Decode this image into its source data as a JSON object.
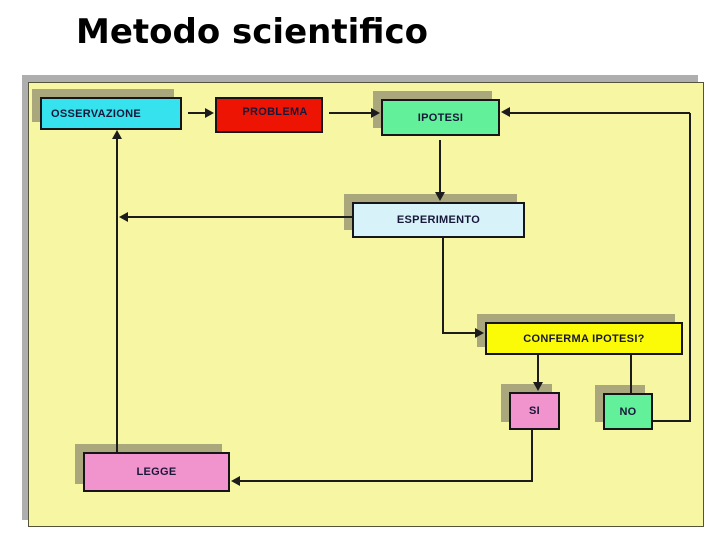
{
  "title": "Metodo scientifico",
  "colors": {
    "slide_bg": "#ffffff",
    "canvas_fill": "#f7f7a3",
    "canvas_border": "#54543a",
    "canvas_shadow": "#aeaeae",
    "box_shadow": "#aba77c",
    "line": "#1c1c1c",
    "text": "#17173a",
    "title_text": "#000000"
  },
  "diagram": {
    "nodes": {
      "osservazione": {
        "label": "OSSERVAZIONE",
        "fill": "#35e2ee"
      },
      "problema": {
        "label": "PROBLEMA",
        "fill": "#ee1403"
      },
      "ipotesi": {
        "label": "IPOTESI",
        "fill": "#63f09a"
      },
      "esperimento": {
        "label": "ESPERIMENTO",
        "fill": "#d7f3f9"
      },
      "conferma": {
        "label": "CONFERMA IPOTESI?",
        "fill": "#fbfb07"
      },
      "si": {
        "label": "SI",
        "fill": "#f193cc"
      },
      "no": {
        "label": "NO",
        "fill": "#63f09a"
      },
      "legge": {
        "label": "LEGGE",
        "fill": "#f193cc"
      }
    },
    "edges": [
      {
        "from": "OSSERVAZIONE",
        "to": "PROBLEMA",
        "arrow": true
      },
      {
        "from": "PROBLEMA",
        "to": "IPOTESI",
        "arrow": true
      },
      {
        "from": "IPOTESI",
        "to": "ESPERIMENTO",
        "arrow": true
      },
      {
        "from": "ESPERIMENTO",
        "to": "OSSERVAZIONE",
        "arrow": true,
        "note": "feedback left rail joining LEGGE-OSSERVAZIONE line"
      },
      {
        "from": "ESPERIMENTO",
        "to": "CONFERMA IPOTESI?",
        "arrow": true
      },
      {
        "from": "CONFERMA IPOTESI?",
        "to": "SI",
        "arrow": true
      },
      {
        "from": "CONFERMA IPOTESI?",
        "to": "NO",
        "arrow": false
      },
      {
        "from": "NO",
        "to": "IPOTESI",
        "arrow": true,
        "note": "feedback around right side"
      },
      {
        "from": "SI",
        "to": "LEGGE",
        "arrow": true
      },
      {
        "from": "LEGGE",
        "to": "OSSERVAZIONE",
        "arrow": true
      }
    ]
  }
}
